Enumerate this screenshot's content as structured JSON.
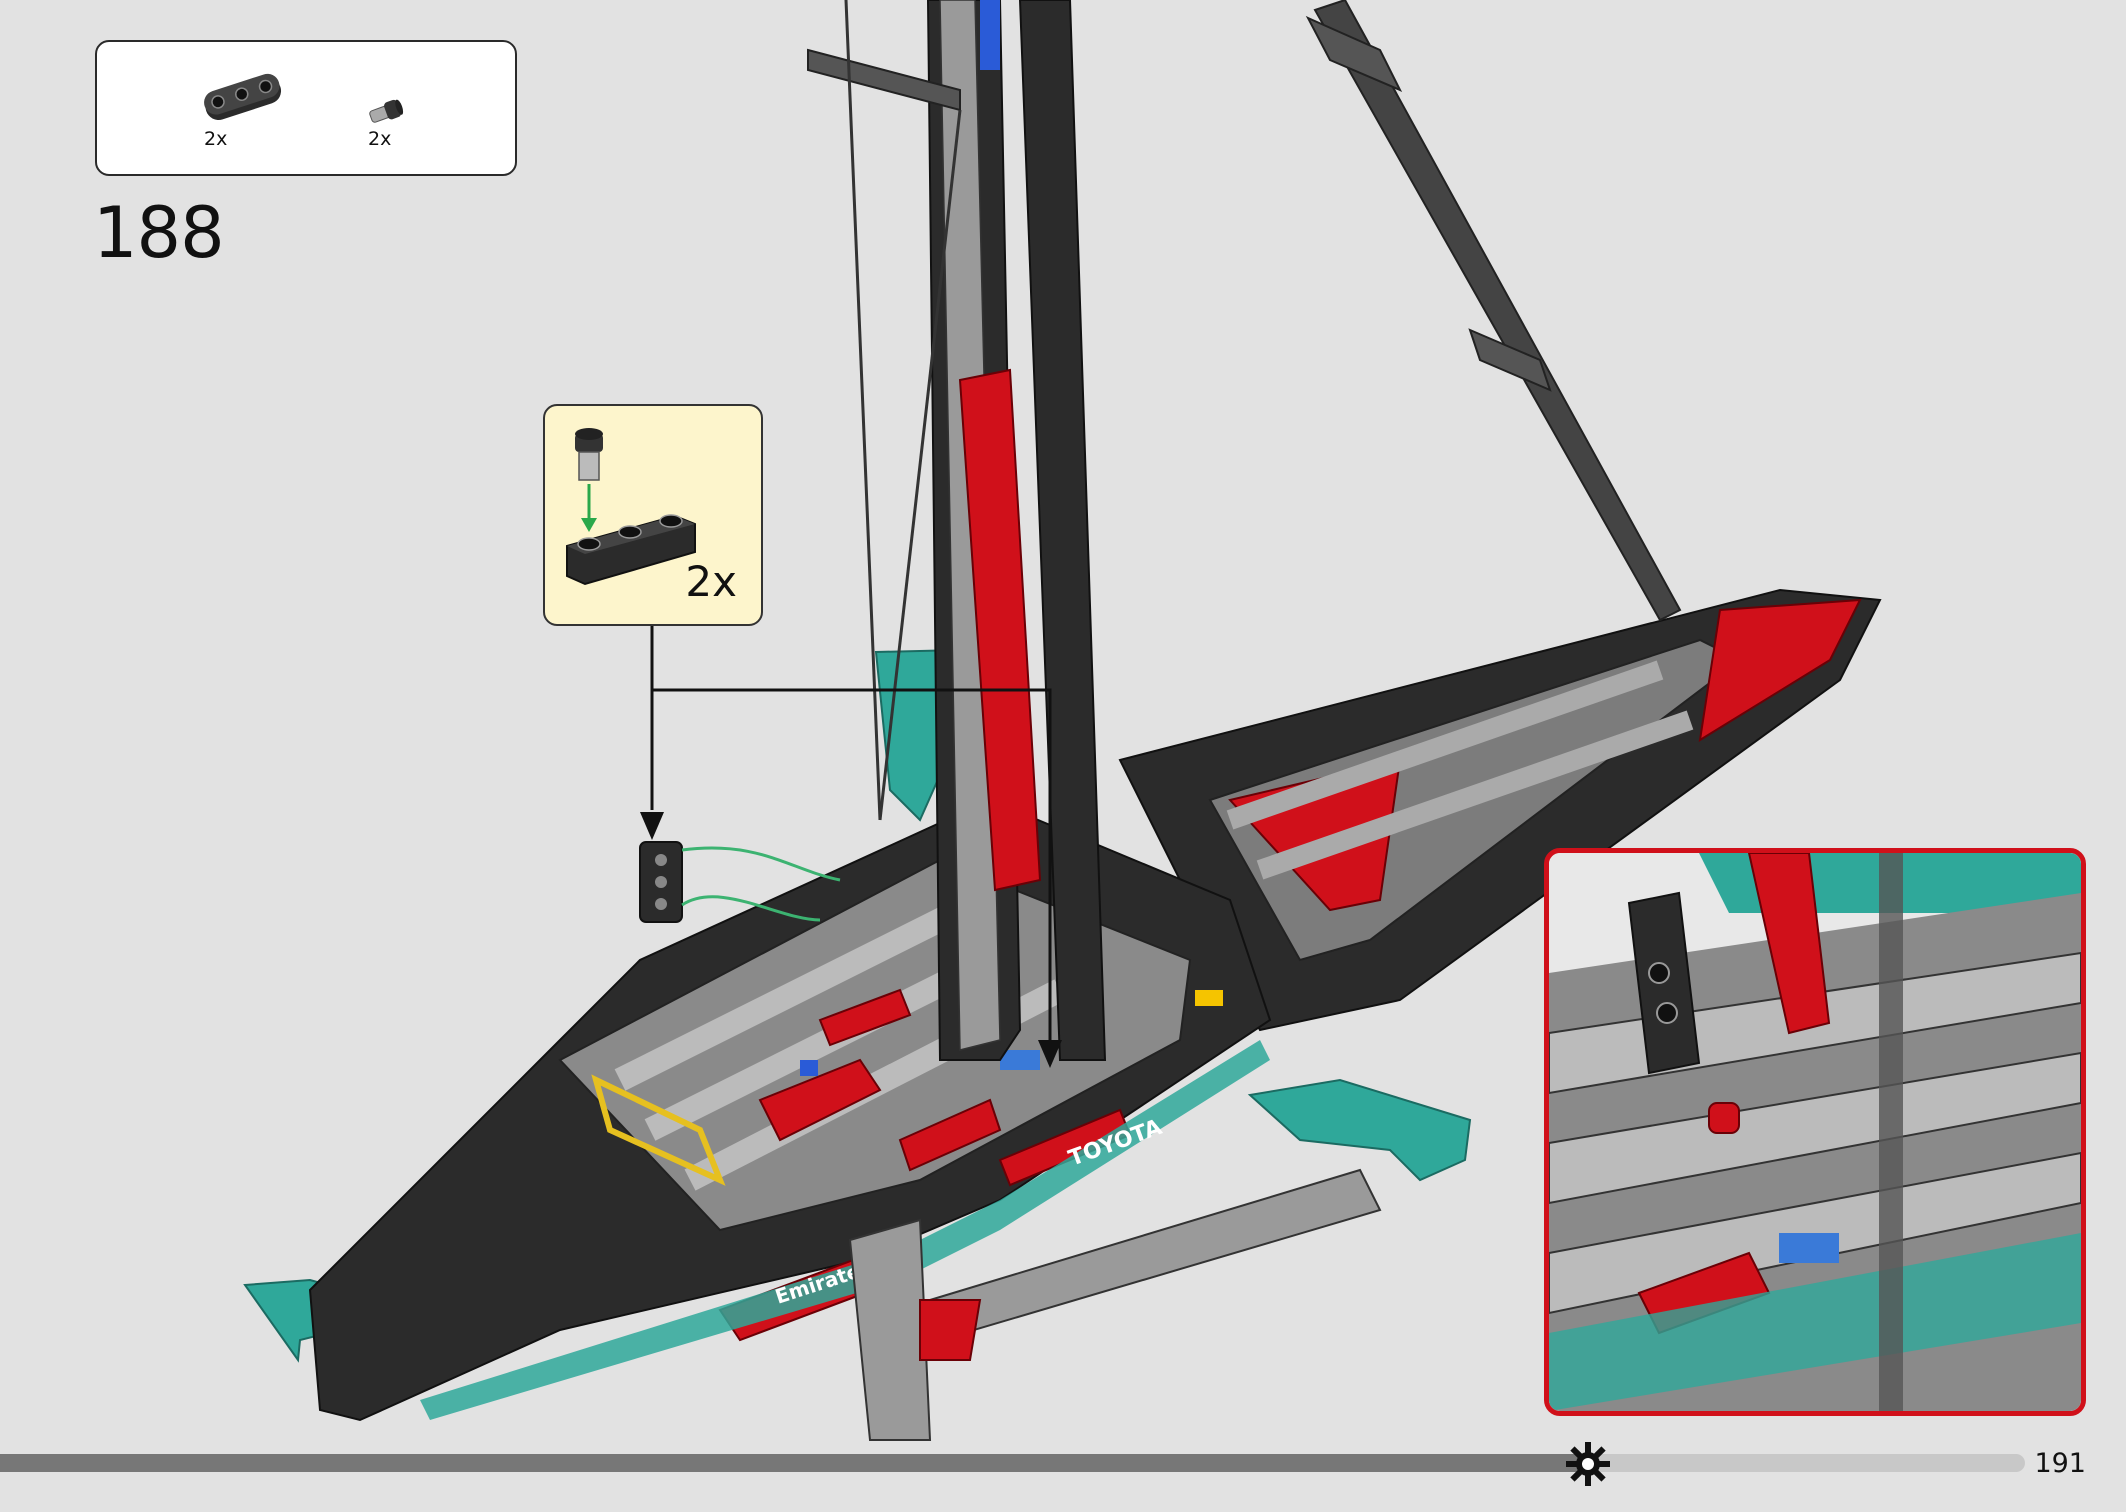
{
  "step": {
    "number": "188"
  },
  "parts_list": {
    "items": [
      {
        "icon": "beam-3-icon",
        "qty": "2x"
      },
      {
        "icon": "pin-with-friction-icon",
        "qty": "2x"
      }
    ]
  },
  "callout": {
    "qty": "2x"
  },
  "page": {
    "number": "191"
  },
  "progress": {
    "fraction": 0.78
  },
  "colors": {
    "background": "#e2e2e2",
    "callout_bg": "#fdf5cc",
    "accent_red": "#d0101a",
    "hull_teal": "#2fa89a",
    "hull_black": "#2b2b2b"
  },
  "model": {
    "hull_text_1": "TOYOTA",
    "hull_text_2": "Emirates"
  }
}
